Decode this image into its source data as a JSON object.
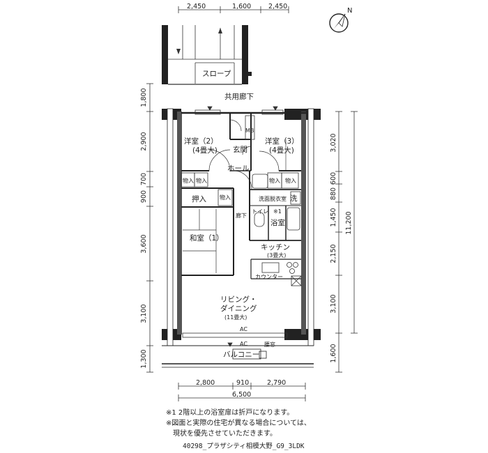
{
  "rooms": {
    "western_2": "洋室（2）",
    "western_2_size": "(4畳大)",
    "western_3": "洋室（3）",
    "western_3_size": "(4畳大)",
    "entrance": "玄関",
    "mb": "MB",
    "hall": "ホール",
    "oshiire": "押入",
    "storage": "物入",
    "washroom": "洗面脱衣室",
    "washer": "洗",
    "toilet": "トイレ",
    "bath": "浴室",
    "bath_mark": "※1",
    "corridor": "廊下",
    "japanese": "和室（1）",
    "kitchen": "キッチン",
    "kitchen_size": "(3畳大)",
    "counter": "カウンター",
    "living_1": "リビング・",
    "living_2": "ダイニング",
    "living_size": "(11畳大)",
    "ac": "AC",
    "window": "腰窓",
    "balcony": "バルコニー",
    "shared_corridor": "共用廊下",
    "slope": "スロープ"
  },
  "dimensions": {
    "top": [
      "2,450",
      "1,600",
      "2,450"
    ],
    "bottom": [
      "2,800",
      "910",
      "2,790"
    ],
    "bottom_total": "6,500",
    "left": [
      "1,800",
      "2,900",
      "700",
      "900",
      "3,600",
      "3,100",
      "1,300"
    ],
    "right": [
      "3,020",
      "600",
      "880",
      "1,450",
      "2,150",
      "3,100",
      "1,600"
    ],
    "right_total": "11,200"
  },
  "compass": "N",
  "notes": [
    "※1 2階以上の浴室扉は折戸になります。",
    "※図面と実際の住宅が異なる場合については、",
    "　現状を優先させていただきます。"
  ],
  "caption": "40298_プラザシティ相模大野_G9_3LDK"
}
